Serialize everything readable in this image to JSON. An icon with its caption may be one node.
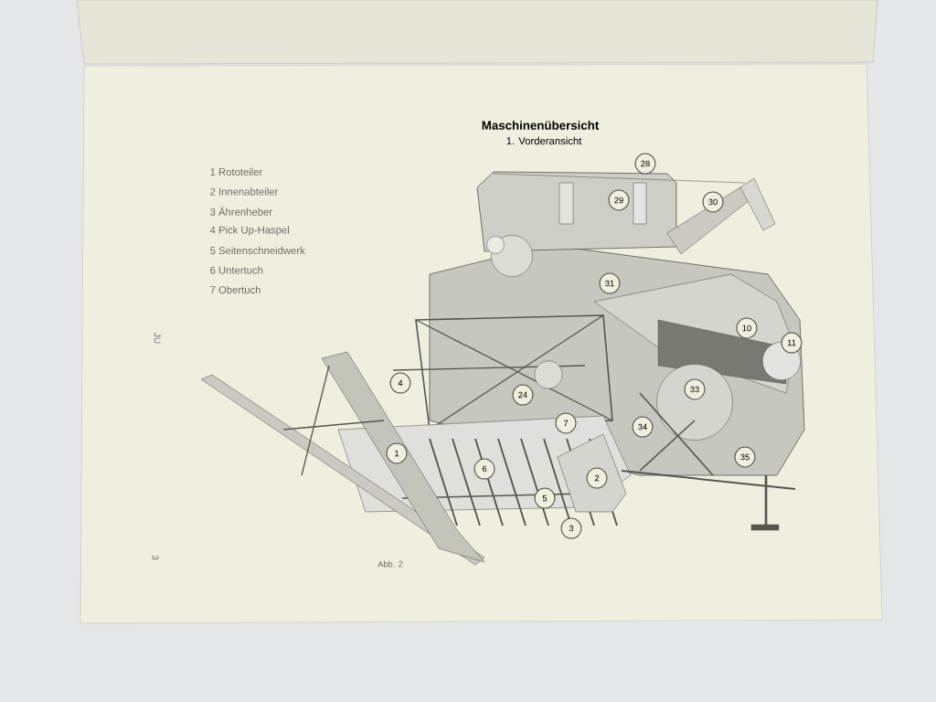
{
  "diagram": {
    "title": "Maschinenübersicht",
    "caption": "Abb. 2",
    "labels": [
      "1. Vorderansicht",
      "1 Rototeiler",
      "2 Innenabteiler",
      "3 Ährenheber",
      "4 Pick Up-Haspel",
      "5 Seitenschneidwerk",
      "6 Untertuch",
      "7 Obertuch",
      "28",
      "29",
      "30",
      "31",
      "10",
      "11",
      "4",
      "24",
      "33",
      "7",
      "34",
      "1",
      "6",
      "35",
      "2",
      "5",
      "3",
      "JU",
      "3"
    ]
  }
}
